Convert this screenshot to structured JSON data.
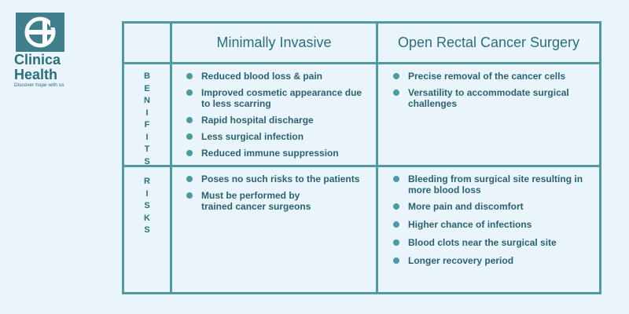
{
  "brand": {
    "name_line1": "Clinica",
    "name_line2": "Health",
    "tagline": "Discover hope with us",
    "color": "#2a6f7a"
  },
  "table": {
    "border_color": "#4e9aa0",
    "columns": [
      "Minimally Invasive",
      "Open Rectal Cancer Surgery"
    ],
    "rows": [
      {
        "label": [
          "B",
          "E",
          "N",
          "I",
          "F",
          "I",
          "T",
          "S"
        ],
        "minimally_invasive": [
          "Reduced blood loss & pain",
          "Improved cosmetic appearance due to less scarring",
          "Rapid hospital discharge",
          "Less surgical infection",
          "Reduced immune suppression"
        ],
        "open_surgery": [
          "Precise removal of the cancer cells",
          "Versatility to accommodate surgical challenges"
        ]
      },
      {
        "label": [
          "R",
          "I",
          "S",
          "K",
          "S"
        ],
        "minimally_invasive": [
          "Poses no such risks to the patients",
          "Must be performed by trained cancer surgeons"
        ],
        "open_surgery": [
          "Bleeding from surgical site resulting in more blood loss",
          "More pain and discomfort",
          "Higher chance of infections",
          "Blood clots near the surgical site",
          "Longer recovery period"
        ]
      }
    ]
  }
}
